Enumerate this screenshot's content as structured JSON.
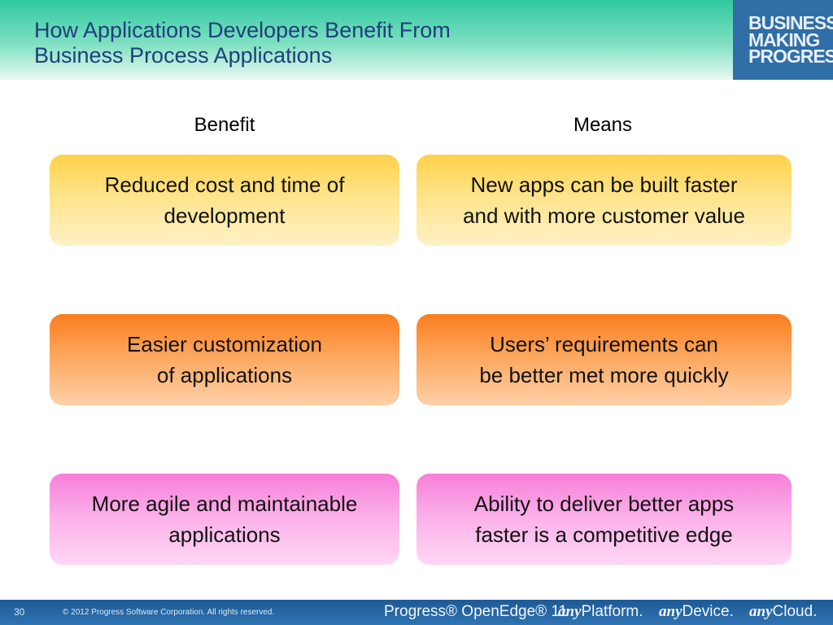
{
  "slide": {
    "title_line1": "How Applications Developers Benefit From",
    "title_line2": "Business Process Applications",
    "brand": {
      "line1": "BUSINESS",
      "line2": "MAKING",
      "line3": "PROGRESS",
      "mark": "."
    },
    "columns": {
      "benefit": "Benefit",
      "means": "Means"
    },
    "rows": [
      {
        "benefit": "Reduced cost and time of\ndevelopment",
        "means": "New apps can be built faster\nand with more customer value",
        "color": "#ffd24a"
      },
      {
        "benefit": "Easier customization\nof applications",
        "means": "Users’ requirements can\nbe better met more quickly",
        "color": "#fb7d1e"
      },
      {
        "benefit": "More agile and maintainable\napplications",
        "means": "Ability to deliver better apps\nfaster is a competitive edge",
        "color": "#f77ed9"
      }
    ]
  },
  "footer": {
    "page_number": "30",
    "copyright": "© 2012 Progress Software Corporation. All rights reserved.",
    "product": "Progress® OpenEdge® 11",
    "tag1_any": "any",
    "tag1_word": "Platform.",
    "tag2_any": "any",
    "tag2_word": "Device.",
    "tag3_any": "any",
    "tag3_word": "Cloud."
  },
  "colors": {
    "title": "#1f3f7a",
    "brand_bg": "#2f6ea6",
    "footer_bg": "#2e73b2",
    "header_green": "#2fc9a0"
  }
}
